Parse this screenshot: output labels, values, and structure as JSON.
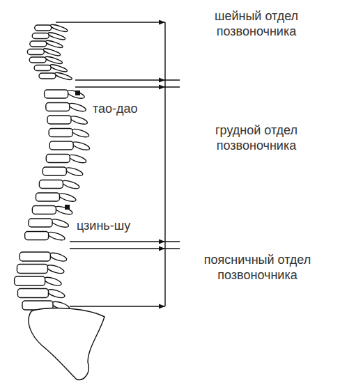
{
  "diagram": {
    "labels": [
      "шейный отдел позвоночника",
      "тао-дао",
      "грудной отдел позвоночника",
      "цзинь-шу",
      "поясничный отдел позвоночника"
    ]
  }
}
